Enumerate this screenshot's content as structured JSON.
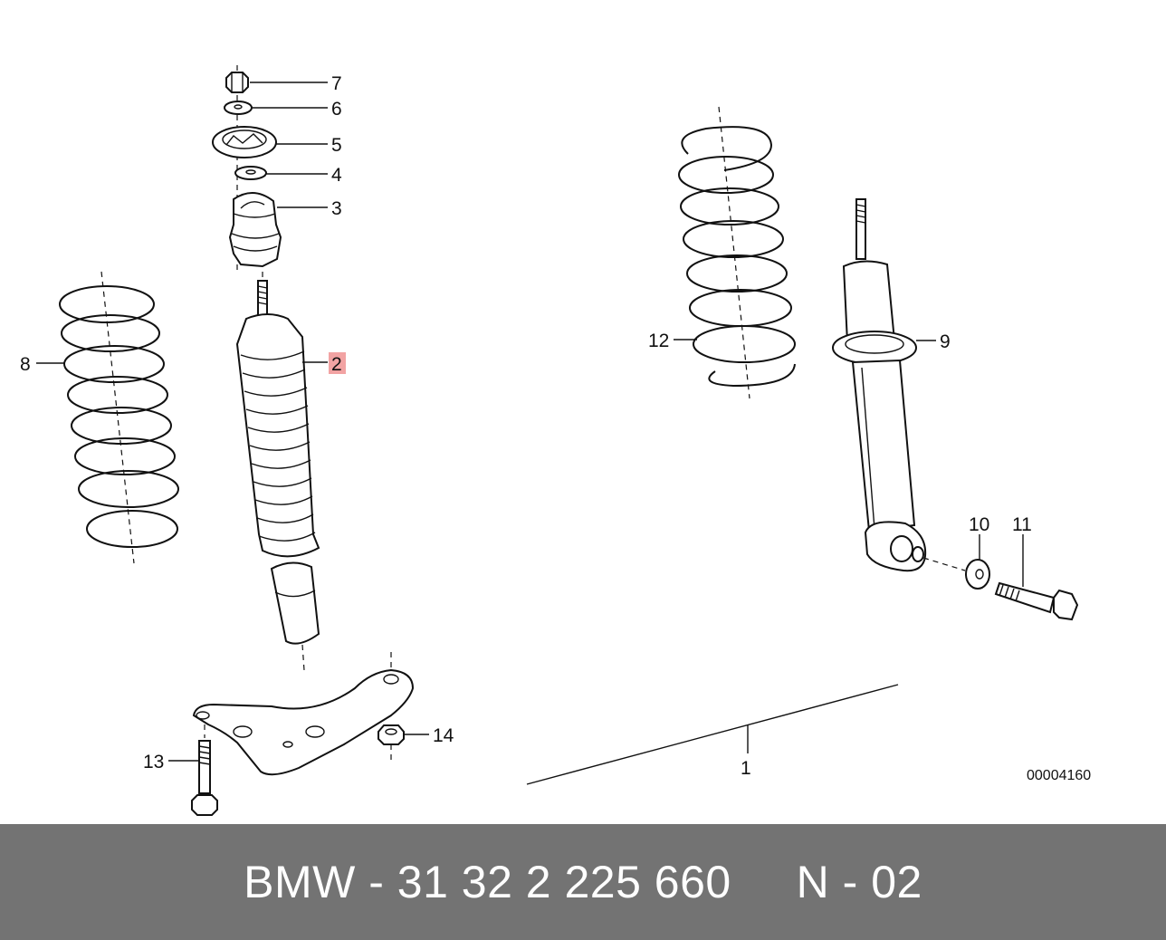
{
  "diagram": {
    "callouts": [
      {
        "id": "c7",
        "text": "7"
      },
      {
        "id": "c6",
        "text": "6"
      },
      {
        "id": "c5",
        "text": "5"
      },
      {
        "id": "c4",
        "text": "4"
      },
      {
        "id": "c3",
        "text": "3"
      },
      {
        "id": "c2",
        "text": "2",
        "highlighted": true
      },
      {
        "id": "c8",
        "text": "8"
      },
      {
        "id": "c12",
        "text": "12"
      },
      {
        "id": "c9",
        "text": "9"
      },
      {
        "id": "c10",
        "text": "10"
      },
      {
        "id": "c11",
        "text": "11"
      },
      {
        "id": "c13",
        "text": "13"
      },
      {
        "id": "c14",
        "text": "14"
      },
      {
        "id": "c1",
        "text": "1"
      }
    ],
    "drawing_code": "00004160",
    "highlight_color": "#f2a3a3"
  },
  "footer": {
    "text": "BMW - 31 32 2 225 660     N - 02",
    "background": "#737373"
  }
}
